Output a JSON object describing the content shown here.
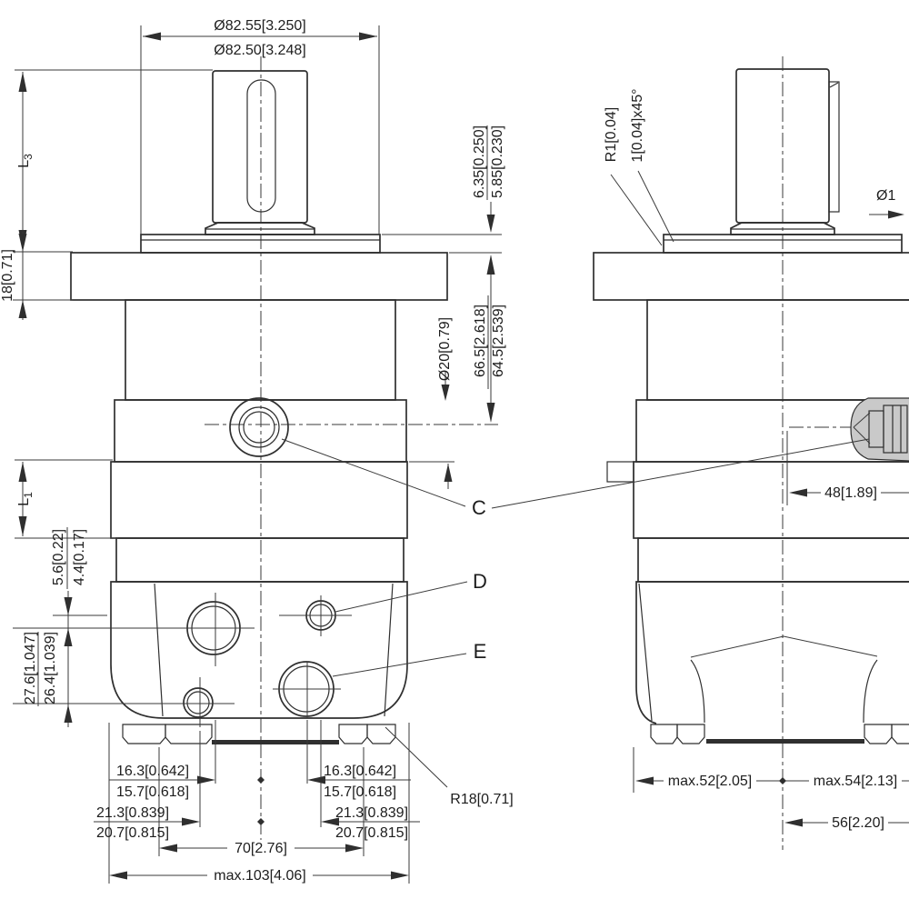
{
  "drawing": {
    "line_color": "#2f2f2f",
    "port_boss_fill": "#c9c9c9"
  },
  "dims": {
    "pilot_dia_upper": "Ø82.55[3.250]",
    "pilot_dia_lower": "Ø82.50[3.248]",
    "l3_main": "L",
    "l3_sub": "3",
    "flange_thick": "18[0.71]",
    "key_h_upper": "6.35[0.250]",
    "key_h_lower": "5.85[0.230]",
    "port_height_upper": "66.5[2.618]",
    "port_height_lower": "64.5[2.539]",
    "check_dia": "Ø20[0.79]",
    "l1_main": "L",
    "l1_sub": "1",
    "offset56_upper": "5.6[0.22]",
    "offset56_lower": "4.4[0.17]",
    "offset276_upper": "27.6[1.047]",
    "offset276_lower": "26.4[1.039]",
    "sp163_upper": "16.3[0.642]",
    "sp163_lower": "15.7[0.618]",
    "sp213_upper": "21.3[0.839]",
    "sp213_lower": "20.7[0.815]",
    "bolt70": "70[2.76]",
    "max103": "max.103[4.06]",
    "r18": "R18[0.71]",
    "r1": "R1[0.04]",
    "chamfer": "1[0.04]x45°",
    "dia_clip": "Ø1",
    "dim48": "48[1.89]",
    "max52": "max.52[2.05]",
    "max54": "max.54[2.13]",
    "dim56": "56[2.20]"
  },
  "ports": {
    "c": "C",
    "d": "D",
    "e": "E"
  }
}
